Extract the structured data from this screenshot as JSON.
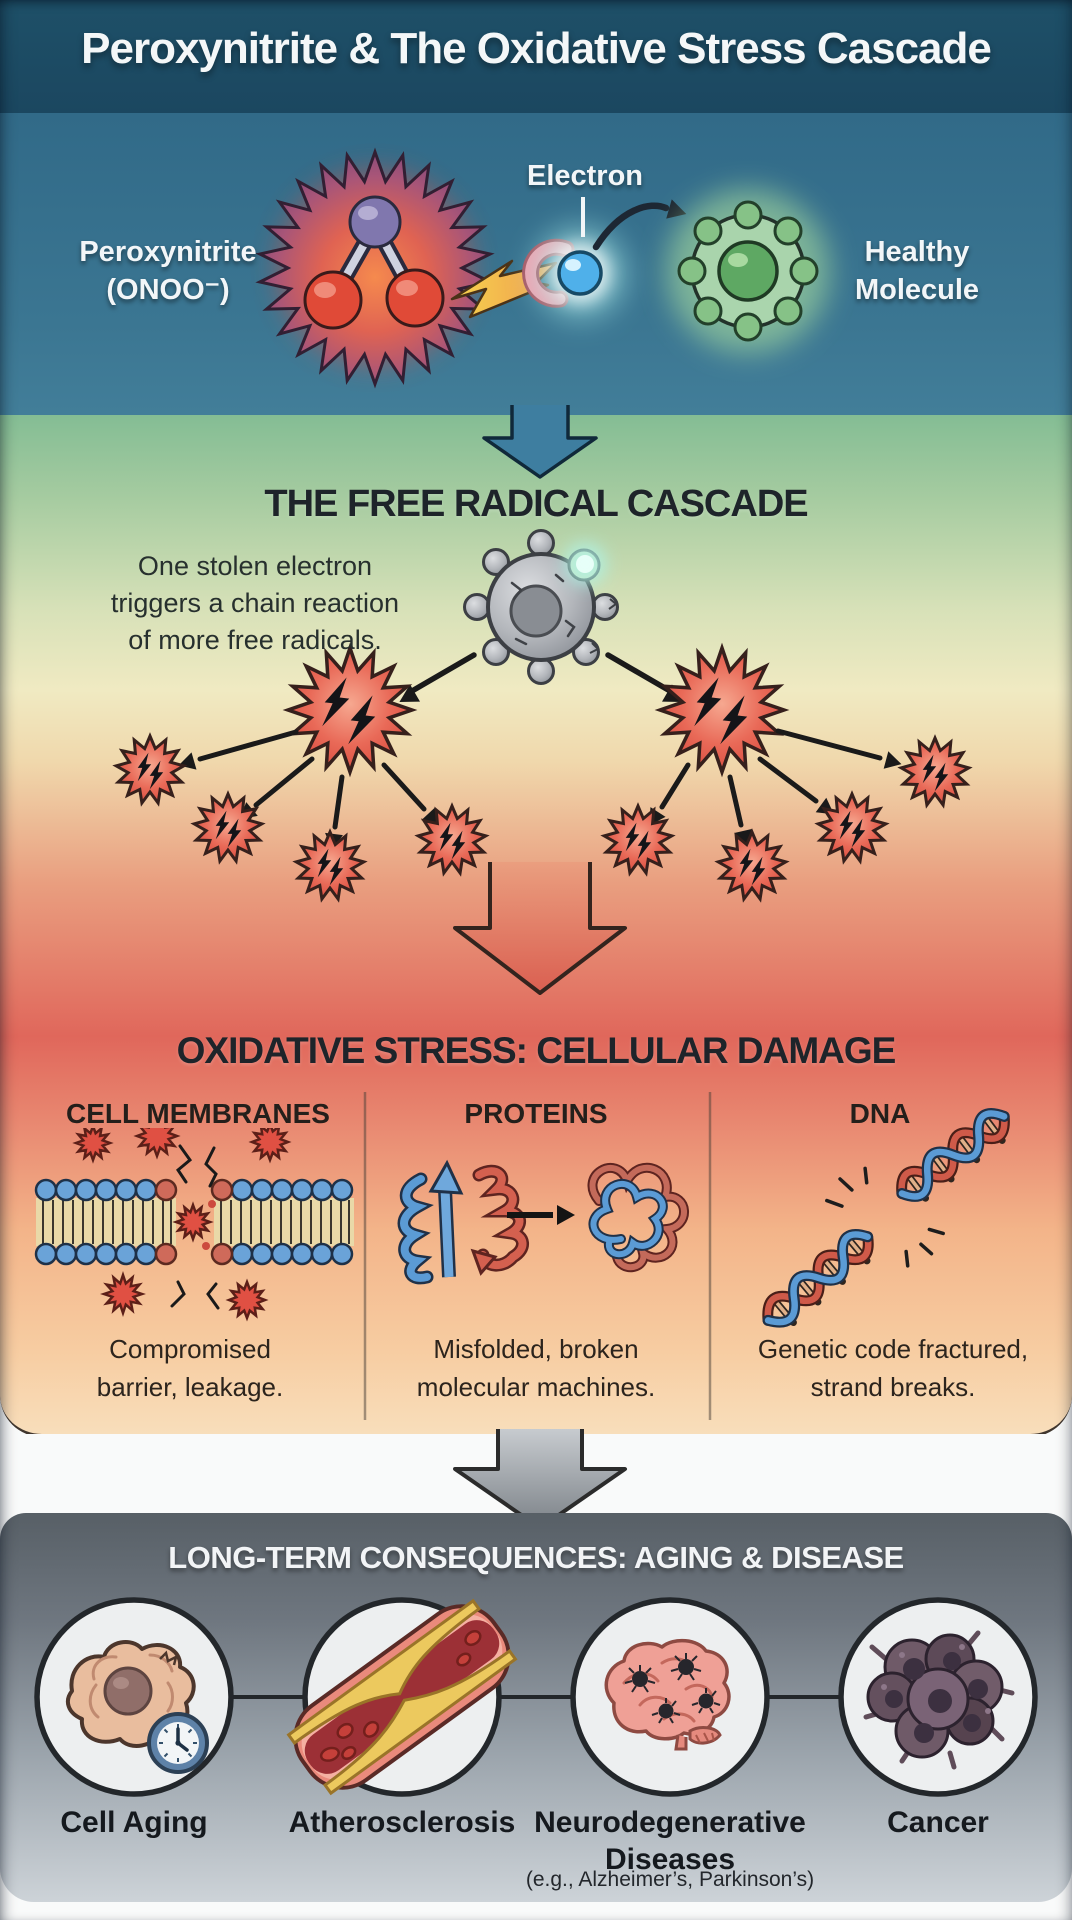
{
  "title": "Peroxynitrite & The Oxidative Stress Cascade",
  "scene": {
    "peroxynitrite_label_line1": "Peroxynitrite",
    "peroxynitrite_label_line2": "(ONOO⁻)",
    "electron_label": "Electron",
    "healthy_label_line1": "Healthy",
    "healthy_label_line2": "Molecule"
  },
  "cascade": {
    "heading": "THE FREE RADICAL CASCADE",
    "description_line1": "One stolen electron",
    "description_line2": "triggers a chain reaction",
    "description_line3": "of more free radicals."
  },
  "damage": {
    "heading": "OXIDATIVE STRESS: CELLULAR DAMAGE",
    "columns": [
      {
        "header": "CELL MEMBRANES",
        "caption_line1": "Compromised",
        "caption_line2": "barrier, leakage."
      },
      {
        "header": "PROTEINS",
        "caption_line1": "Misfolded, broken",
        "caption_line2": "molecular machines."
      },
      {
        "header": "DNA",
        "caption_line1": "Genetic code fractured,",
        "caption_line2": "strand breaks."
      }
    ]
  },
  "consequences": {
    "heading": "LONG-TERM CONSEQUENCES: AGING & DISEASE",
    "labels": [
      "Cell Aging",
      "Atherosclerosis",
      "Neurodegenerative",
      "Cancer"
    ],
    "neuro_label_line2": "Diseases",
    "neuro_sublabel": "(e.g., Alzheimer’s, Parkinson’s)"
  },
  "colors": {
    "title_bar": "#1d4d66",
    "scene_teal": "#38738f",
    "radical_red": "#e05548",
    "healthy_green": "#7cbd7e",
    "electron_blue": "#4fb0ea",
    "cascade_green": "#84bd94",
    "damage_orange": "#f3b489",
    "consequences_gray": "#5c646b"
  }
}
